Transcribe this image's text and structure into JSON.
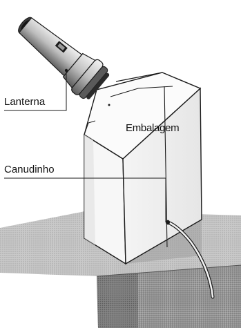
{
  "labels": {
    "flashlight": "Lanterna",
    "package": "Embalagem",
    "straw": "Canudinho"
  },
  "colors": {
    "line": "#1a1a1a",
    "surface_shade": "#7a7a7a",
    "surface_light": "#cfcfcf",
    "flashlight_light": "#d8d8d8",
    "flashlight_dark": "#4a4a4a"
  }
}
